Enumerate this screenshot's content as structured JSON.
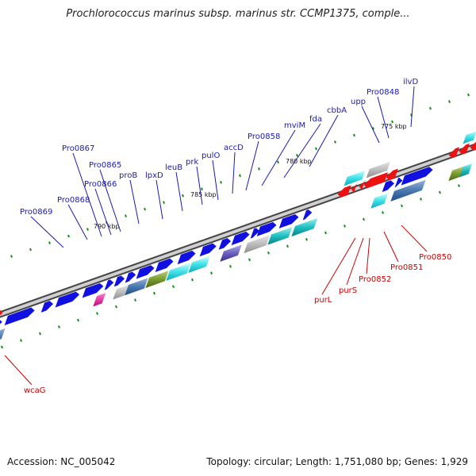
{
  "title": "Prochlorococcus marinus subsp. marinus str. CCMP1375, comple...",
  "footer": {
    "accession": "Accession: NC_005042",
    "topology": "Topology: circular; Length: 1,751,080 bp; Genes: 1,929"
  },
  "colors": {
    "forward_label": "#1a1ab0",
    "reverse_label": "#cc0000",
    "cds": "#1010e0",
    "reverse_cds": "#ee1111",
    "tick": "#1a8a1a"
  },
  "kbp_markers": [
    "790 kbp",
    "785 kbp",
    "780 kbp",
    "775 kbp"
  ],
  "forward_labels": [
    "Pro0869",
    "Pro0868",
    "Pro0867",
    "Pro0866",
    "Pro0865",
    "proB",
    "lpxD",
    "leuB",
    "prk",
    "pulO",
    "accD",
    "Pro0858",
    "mviM",
    "fda",
    "cbbA",
    "upp",
    "Pro0848",
    "ilvD"
  ],
  "reverse_labels": [
    "wcaG",
    "purL",
    "purS",
    "Pro0852",
    "Pro0851",
    "Pro0850"
  ]
}
